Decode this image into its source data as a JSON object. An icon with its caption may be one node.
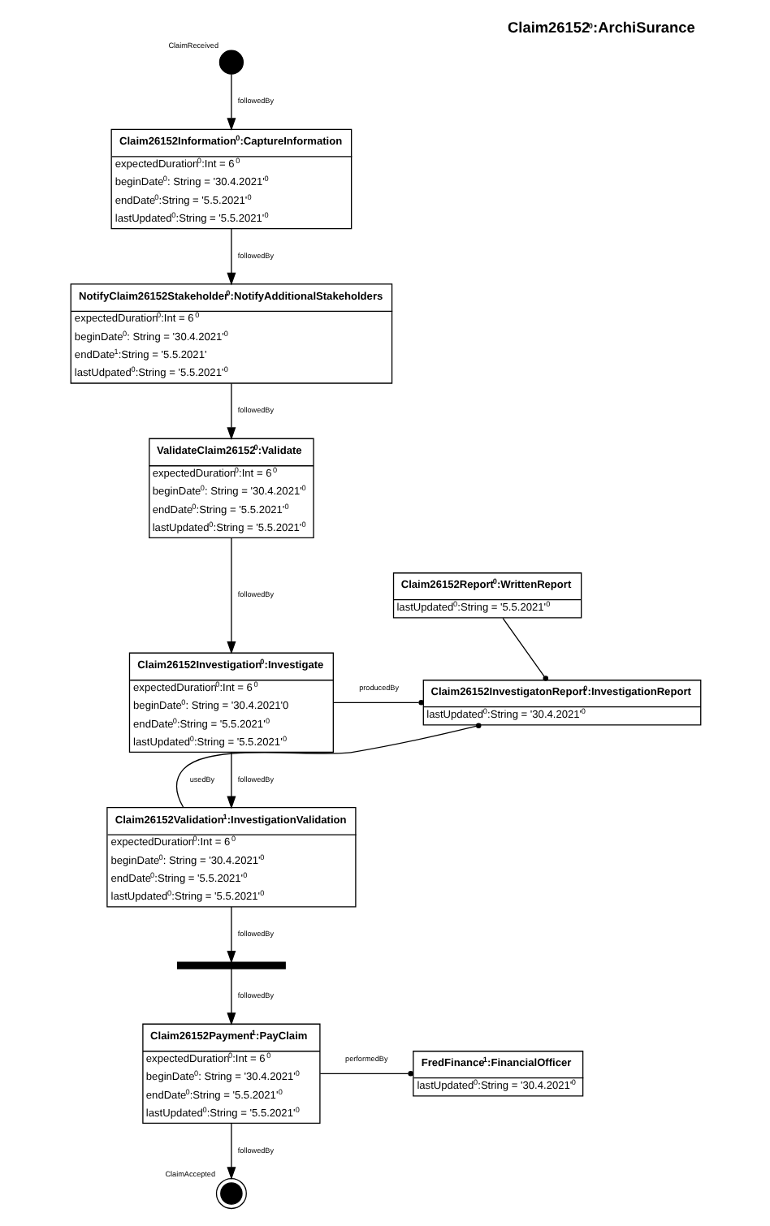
{
  "diagram": {
    "title": "Claim26152$^{0}$:ArchiSurance",
    "nodes": [
      {
        "text": [],
        "shape": "circle",
        "beside": [
          "ClaimReceived"
        ]
      },
      {
        "text": [
          "Claim26152Information$^{0}$:CaptureInformation",
          "expectedDuration$^{0}$:Int = 6$^{0}$",
          "beginDate$^{0}$: String = '30.4.2021'$^{0}$",
          "endDate$^{0}$:String = '5.5.2021'$^{0}$",
          "lastUpdated$^{0}$:String = '5.5.2021'$^{0}$"
        ]
      },
      {
        "text": [
          "NotifyClaim26152Stakeholder$^{0}$:NotifyAdditionalStakeholders",
          "expectedDuration$^{0}$:Int = 6$^{0}$",
          "beginDate$^{0}$: String = '30.4.2021'$^{0}$",
          "endDate$^{1}$:String = '5.5.2021'",
          "lastUdpated$^{0}$:String = '5.5.2021'$^{0}$"
        ]
      },
      {
        "text": [
          "ValidateClaim26152$^{0}$:Validate",
          "expectedDuration$^{0}$:Int = 6$^{0}$",
          "beginDate$^{0}$: String = '30.4.2021'$^{0}$",
          "endDate$^{0}$:String = '5.5.2021'$^{0}$",
          "lastUpdated$^{0}$:String = '5.5.2021'$^{0}$"
        ]
      },
      {
        "text": [
          "Claim26152Report$^{0}$:WrittenReport",
          "lastUpdated$^{0}$:String = '5.5.2021'$^{0}$"
        ]
      },
      {
        "text": [
          "Claim26152Investigation$^{0}$:Investigate",
          "expectedDuration$^{0}$:Int = 6$^{0}$",
          "beginDate$^{0}$: String = '30.4.2021'0",
          "endDate$^{0}$:String = '5.5.2021'$^{0}$",
          "lastUpdated$^{0}$:String = '5.5.2021'$^{0}$"
        ]
      },
      {
        "text": [
          "Claim26152InvestigatonReport$^{0}$:InvestigationReport",
          "lastUpdated$^{0}$:String = '30.4.2021'$^{0}$"
        ]
      },
      {
        "text": [
          "Claim26152Validation$^{1}$:InvestigationValidation",
          "expectedDuration$^{0}$:Int = 6$^{0}$",
          "beginDate$^{0}$: String = '30.4.2021'$^{0}$",
          "endDate$^{0}$:String = '5.5.2021'$^{0}$",
          "lastUpdated$^{0}$:String = '5.5.2021'$^{0}$"
        ]
      },
      {
        "text": [],
        "shape": "bar"
      },
      {
        "text": [
          "Claim26152Payment$^{1}$:PayClaim",
          "expectedDuration$^{0}$:Int = 6$^{0}$",
          "beginDate$^{0}$: String = '30.4.2021'$^{0}$",
          "endDate$^{0}$:String = '5.5.2021'$^{0}$",
          "lastUpdated$^{0}$:String = '5.5.2021'$^{0}$"
        ]
      },
      {
        "text": [
          "FredFinance$^{1}$:FinancialOfficer",
          "lastUpdated$^{0}$:String = '30.4.2021'$^{0}$"
        ]
      },
      {
        "text": [],
        "shape": "circle",
        "beside": [
          "ClaimAccepted"
        ]
      }
    ],
    "edges": [
      {
        "from": 0,
        "to": 1,
        "arrow": "to",
        "label": "followedBy"
      },
      {
        "from": 1,
        "to": 2,
        "arrow": "to",
        "label": "followedBy"
      },
      {
        "from": 2,
        "to": 3,
        "arrow": "to",
        "label": "followedBy"
      },
      {
        "from": 3,
        "to": 5,
        "arrow": "to",
        "label": "followedBy"
      },
      {
        "from": 4,
        "to": 6,
        "arrow": "other"
      },
      {
        "from": 5,
        "to": 6,
        "arrow": "other",
        "label": "producedBy"
      },
      {
        "from": 5,
        "to": 7,
        "arrow": "to",
        "label": "followedBy"
      },
      {
        "from": 7,
        "to": 6,
        "arrow": "other",
        "label": "usedBy"
      },
      {
        "from": 7,
        "to": 8,
        "arrow": "to",
        "label": "followedBy"
      },
      {
        "from": 8,
        "to": 9,
        "arrow": "to",
        "label": "followedBy"
      },
      {
        "from": 9,
        "to": 10,
        "arrow": "other",
        "label": "performedBy"
      },
      {
        "from": 9,
        "to": 11,
        "arrow": "to",
        "label": "followedBy"
      }
    ]
  }
}
